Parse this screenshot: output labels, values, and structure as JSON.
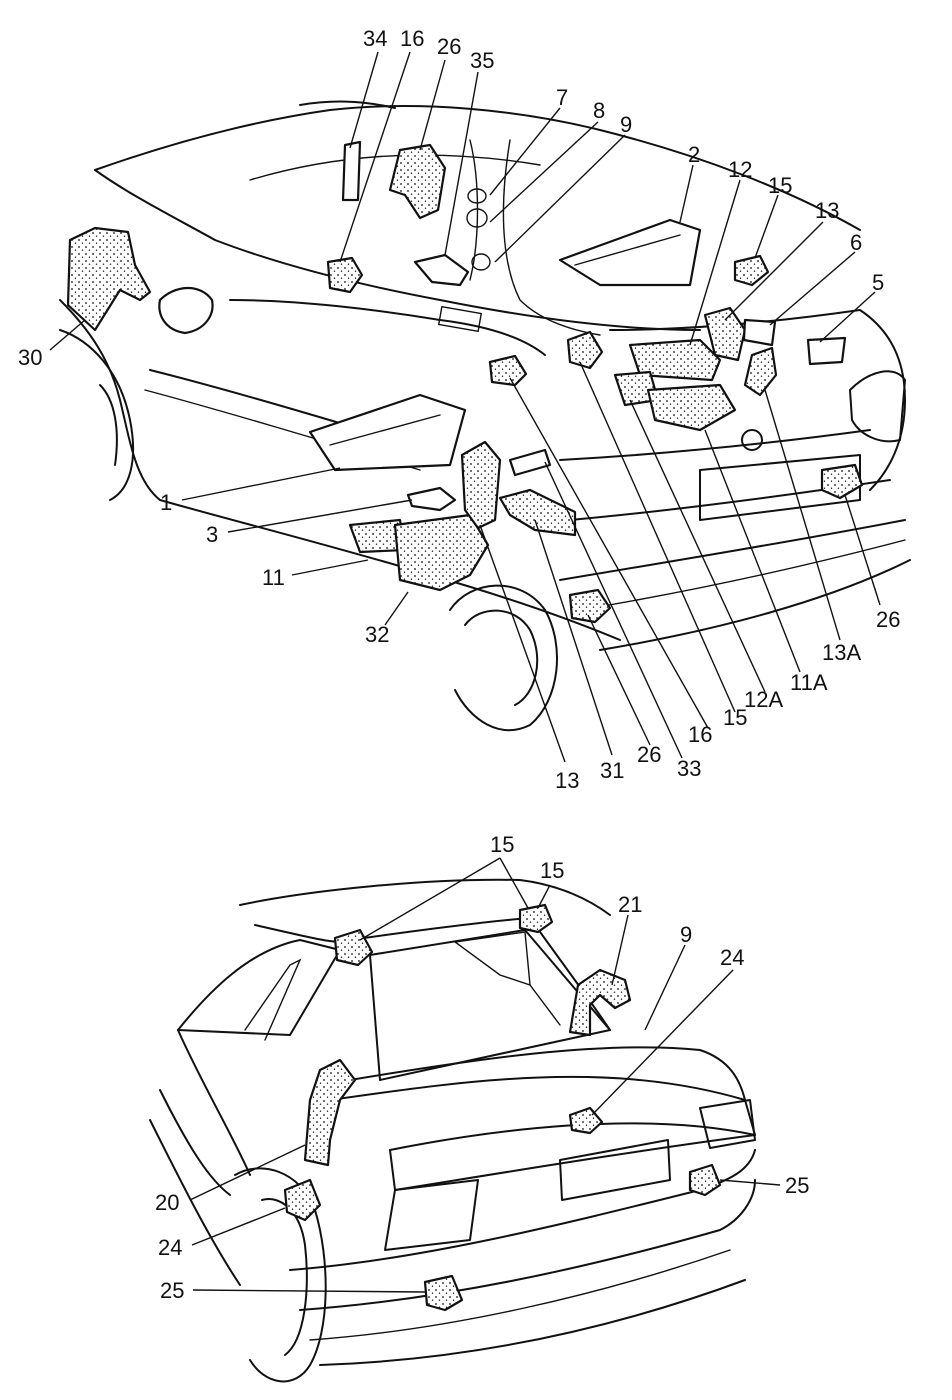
{
  "callouts_top": [
    "34",
    "16",
    "26",
    "35",
    "7",
    "8",
    "9",
    "2",
    "12",
    "15",
    "13",
    "6",
    "5",
    "30",
    "1",
    "3",
    "11",
    "32",
    "13",
    "31",
    "26",
    "33",
    "16",
    "15",
    "12A",
    "11A",
    "13A",
    "26"
  ],
  "callouts_bottom": [
    "15",
    "15",
    "21",
    "9",
    "24",
    "20",
    "24",
    "25",
    "25"
  ],
  "colors": {
    "line": "#111111",
    "background": "#ffffff"
  }
}
